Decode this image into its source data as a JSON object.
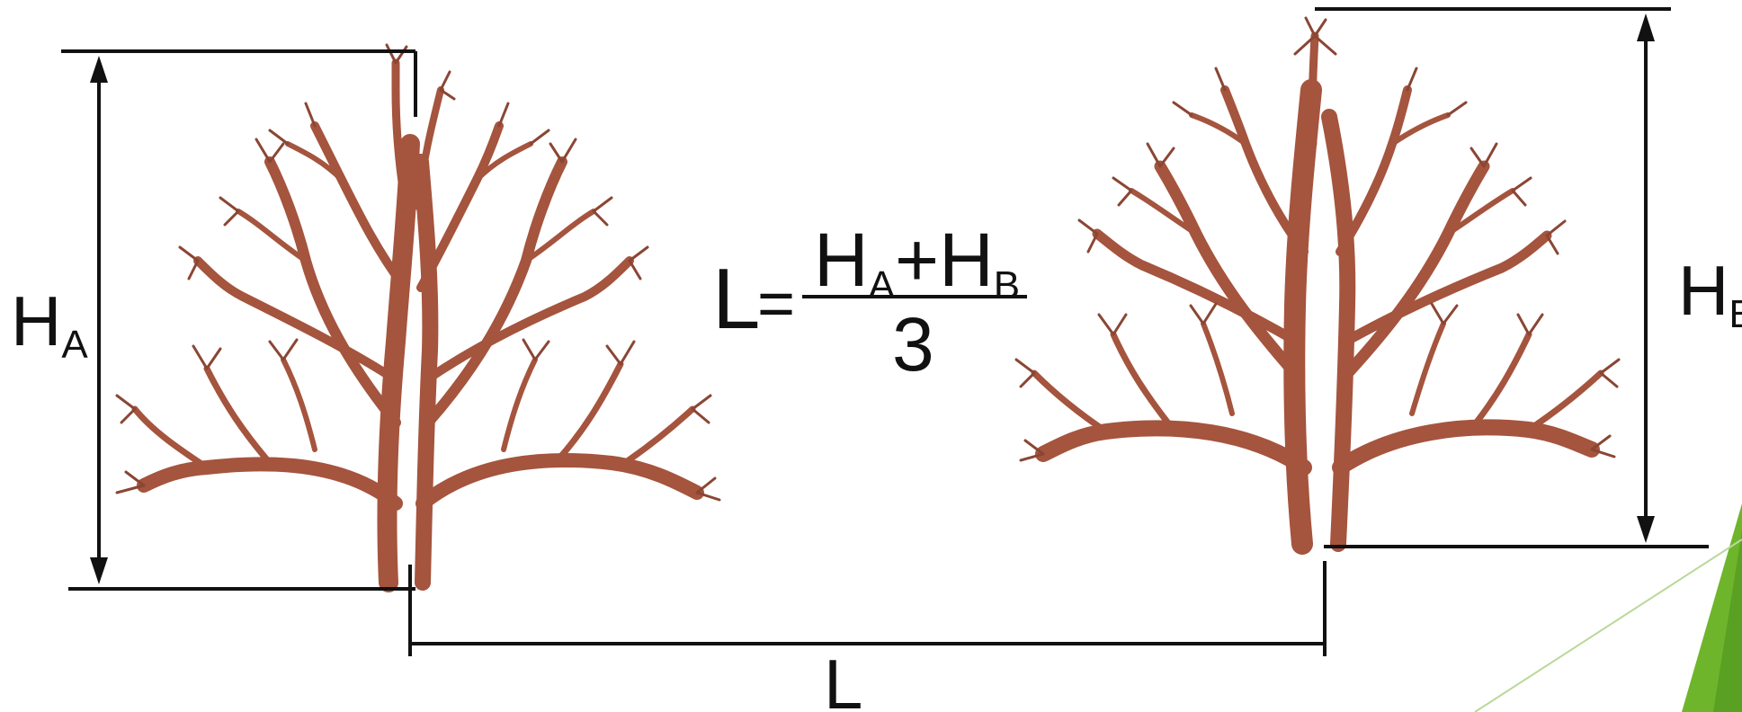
{
  "labels": {
    "height_a": "H",
    "height_a_sub": "A",
    "height_b": "H",
    "height_b_sub": "B",
    "spacing": "L"
  },
  "formula": {
    "lhs": "L",
    "equals": "=",
    "numerator_h1": "H",
    "numerator_h1_sub": "A",
    "plus": "+",
    "numerator_h2": "H",
    "numerator_h2_sub": "B",
    "denominator": "3"
  },
  "colors": {
    "branch": "#a5543e",
    "line": "#111111",
    "accent_green": "#6fb52c"
  }
}
